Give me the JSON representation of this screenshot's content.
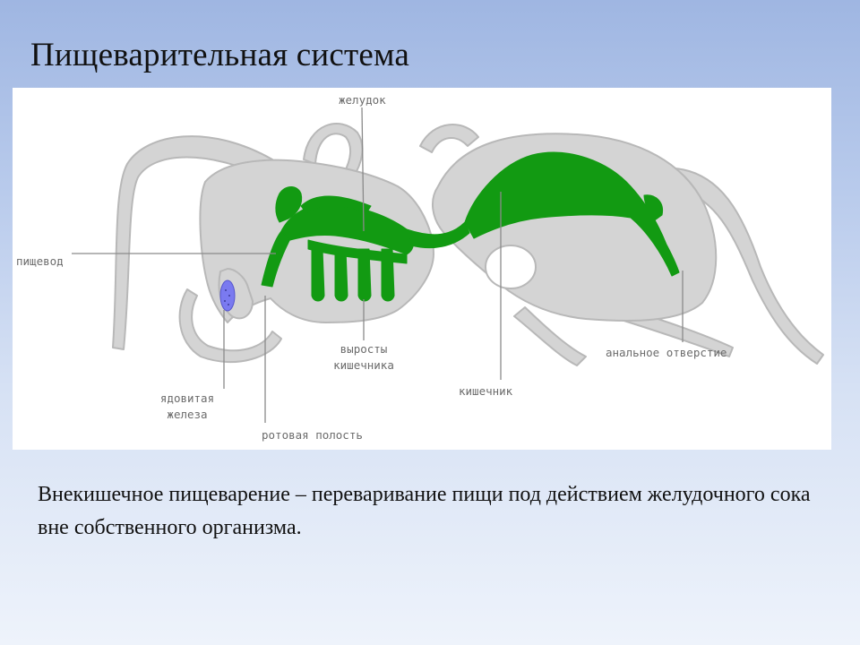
{
  "slide": {
    "title": "Пищеварительная система",
    "caption": "Внекишечное пищеварение – переваривание пищи под действием желудочного сока вне собственного организма."
  },
  "diagram": {
    "labels": {
      "stomach": "желудок",
      "esophagus": "пищевод",
      "intestinal_outgrowths": [
        "выросты",
        "кишечника"
      ],
      "venom_gland": [
        "ядовитая",
        "железа"
      ],
      "oral_cavity": "ротовая полость",
      "intestine": "кишечник",
      "anal_opening": "анальное отверстие"
    },
    "colors": {
      "body": "#d4d4d4",
      "body_outline": "#b8b8b8",
      "digestive_system": "#129a12",
      "venom_gland": "#7a7af0",
      "leader_line": "#8a8a8a"
    }
  }
}
